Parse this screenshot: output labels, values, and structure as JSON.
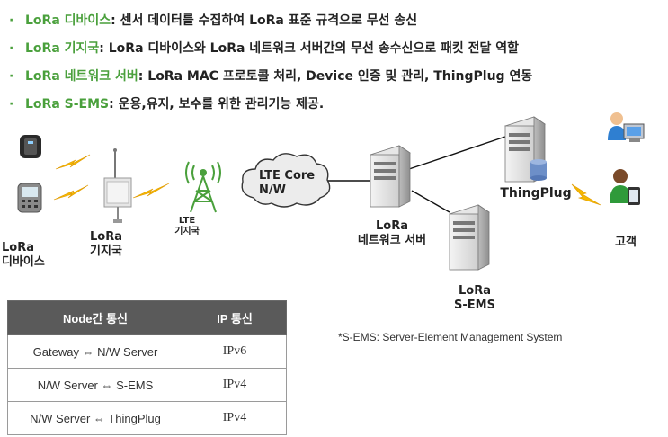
{
  "bullets": [
    {
      "term": "LoRa 디바이스",
      "text": ": 센서 데이터를 수집하여 LoRa 표준 규격으로 무선 송신"
    },
    {
      "term": "LoRa 기지국",
      "text": ": LoRa 디바이스와 LoRa 네트워크 서버간의 무선 송수신으로 패킷 전달 역할"
    },
    {
      "term": "LoRa 네트워크 서버",
      "text": ": LoRa MAC 프로토콜 처리, Device 인증 및 관리, ThingPlug 연동"
    },
    {
      "term": "LoRa S-EMS",
      "text": ": 운용,유지, 보수를 위한 관리기능 제공."
    }
  ],
  "bullet_marker": "·",
  "diagram": {
    "device_label": [
      "LoRa",
      "디바이스"
    ],
    "gateway_label": [
      "LoRa",
      "기지국"
    ],
    "lte_label": [
      "LTE",
      "기지국"
    ],
    "cloud_label": [
      "LTE Core",
      "N/W"
    ],
    "ns_label": [
      "LoRa",
      "네트워크 서버"
    ],
    "sems_label": [
      "LoRa",
      "S-EMS"
    ],
    "thingplug_label": "ThingPlug",
    "customer_label": "고객",
    "colors": {
      "green": "#4aa03c",
      "bolt": "#f5b800",
      "server": "#d8d8d8"
    }
  },
  "table": {
    "headers": [
      "Node간 통신",
      "IP 통신"
    ],
    "rows": [
      [
        "Gateway ⇔ N/W Server",
        "IPv6"
      ],
      [
        "N/W Server ⇔ S-EMS",
        "IPv4"
      ],
      [
        "N/W Server ⇔ ThingPlug",
        "IPv4"
      ]
    ]
  },
  "note": "*S-EMS: Server-Element Management System"
}
